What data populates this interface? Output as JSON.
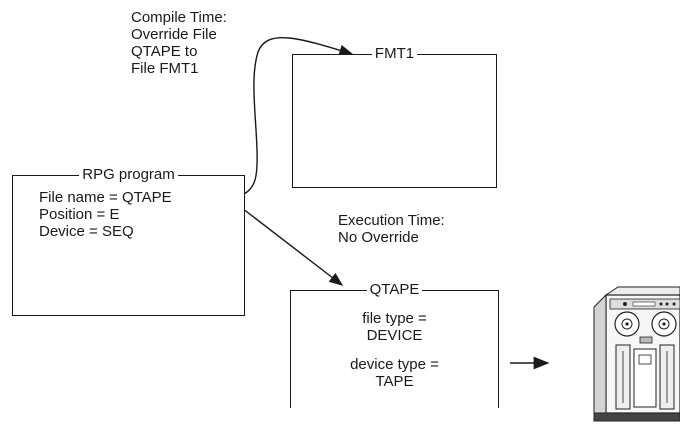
{
  "rpg_program": {
    "title": "RPG program",
    "lines": [
      "File name = QTAPE",
      "Position = E",
      "Device = SEQ"
    ]
  },
  "fmt1_file": {
    "title": "FMT1"
  },
  "qtape_file": {
    "title": "QTAPE",
    "file_type_lines": [
      "file type =",
      "DEVICE"
    ],
    "device_type_lines": [
      "device type =",
      "TAPE"
    ]
  },
  "compile_note": {
    "lines": [
      "Compile Time:",
      "Override File",
      "QTAPE to",
      "File FMT1"
    ]
  },
  "execution_note": {
    "lines": [
      "Execution Time:",
      "No Override"
    ]
  },
  "icons": {
    "tape_drive": "tape-drive-icon"
  }
}
